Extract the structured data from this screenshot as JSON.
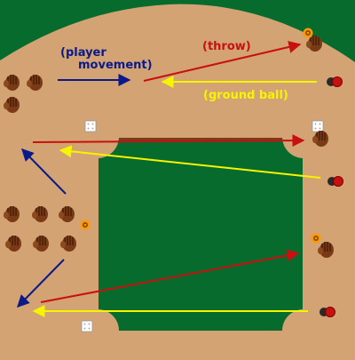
{
  "colors": {
    "dirt": "#d4a373",
    "grass": "#086b2e",
    "grass_edge": "#7c3a1a",
    "throw": "#c81010",
    "ground_ball": "#f5f500",
    "player_movement": "#0b1a8a",
    "glove": "#7a3a16",
    "ball": "#c81010",
    "base": "#ffffff",
    "target": "#ff9900"
  },
  "labels": {
    "player_movement_line1": "(player",
    "player_movement_line2": "movement)",
    "throw": "(throw)",
    "ground_ball": "(ground ball)"
  },
  "icons": {
    "glove": "baseball-glove-icon",
    "ball": "baseball-icon",
    "base": "base-bag-icon",
    "target": "throw-target-icon"
  }
}
